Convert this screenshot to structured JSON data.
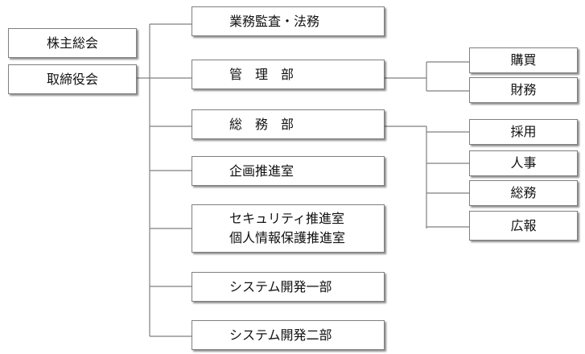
{
  "top_nodes": {
    "shareholders": "株主総会",
    "board": "取締役会"
  },
  "departments": [
    {
      "lines": [
        "業務監査・法務"
      ]
    },
    {
      "lines": [
        "管　理　部"
      ]
    },
    {
      "lines": [
        "総　務　部"
      ]
    },
    {
      "lines": [
        "企画推進室"
      ]
    },
    {
      "lines": [
        "セキュリティ推進室",
        "個人情報保護推進室"
      ]
    },
    {
      "lines": [
        "システム開発一部"
      ]
    },
    {
      "lines": [
        "システム開発二部"
      ]
    }
  ],
  "sub_units": {
    "kanri": [
      "購買",
      "財務"
    ],
    "somu": [
      "採用",
      "人事",
      "総務",
      "広報"
    ]
  },
  "colors": {
    "line": "#7f7f7f",
    "border": "#7f7f7f",
    "text": "#111111"
  }
}
